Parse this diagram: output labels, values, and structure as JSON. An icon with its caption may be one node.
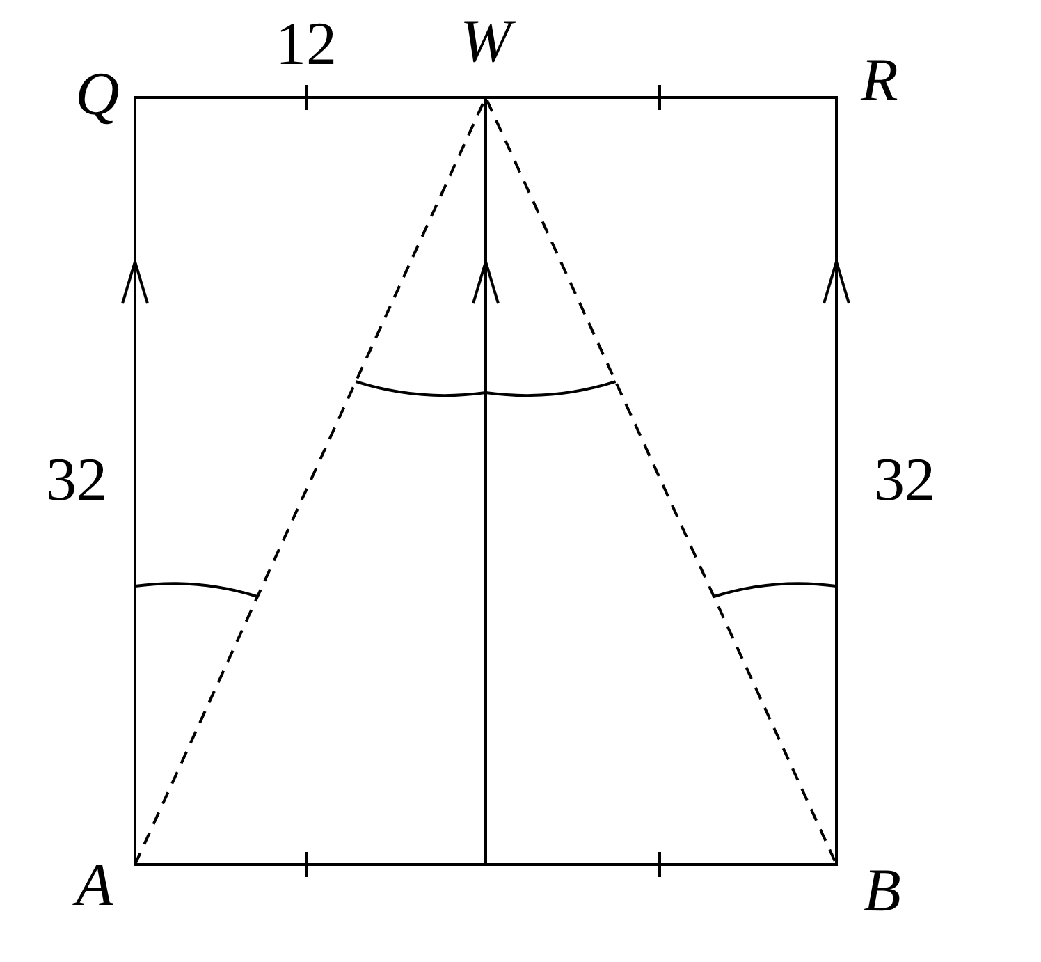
{
  "diagram": {
    "labels": [
      "Q",
      "12",
      "W",
      "R",
      "32",
      "32",
      "A",
      "B"
    ]
  }
}
